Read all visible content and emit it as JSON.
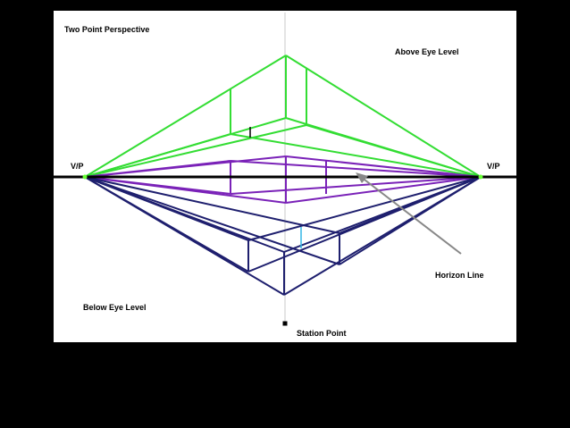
{
  "title": "Two Point Perspective",
  "labels": {
    "above": "Above Eye Level",
    "below": "Below Eye Level",
    "vp_left": "V/P",
    "vp_right": "V/P",
    "horizon": "Horizon Line",
    "station": "Station Point"
  },
  "colors": {
    "background": "#000000",
    "panel": "#ffffff",
    "above_box": "#33dd33",
    "eye_level_box": "#7a22b8",
    "below_box": "#1e1f6e",
    "measuring_line": "#33b5e5",
    "pointer": "#888888",
    "center_line": "#c8c8c8"
  }
}
